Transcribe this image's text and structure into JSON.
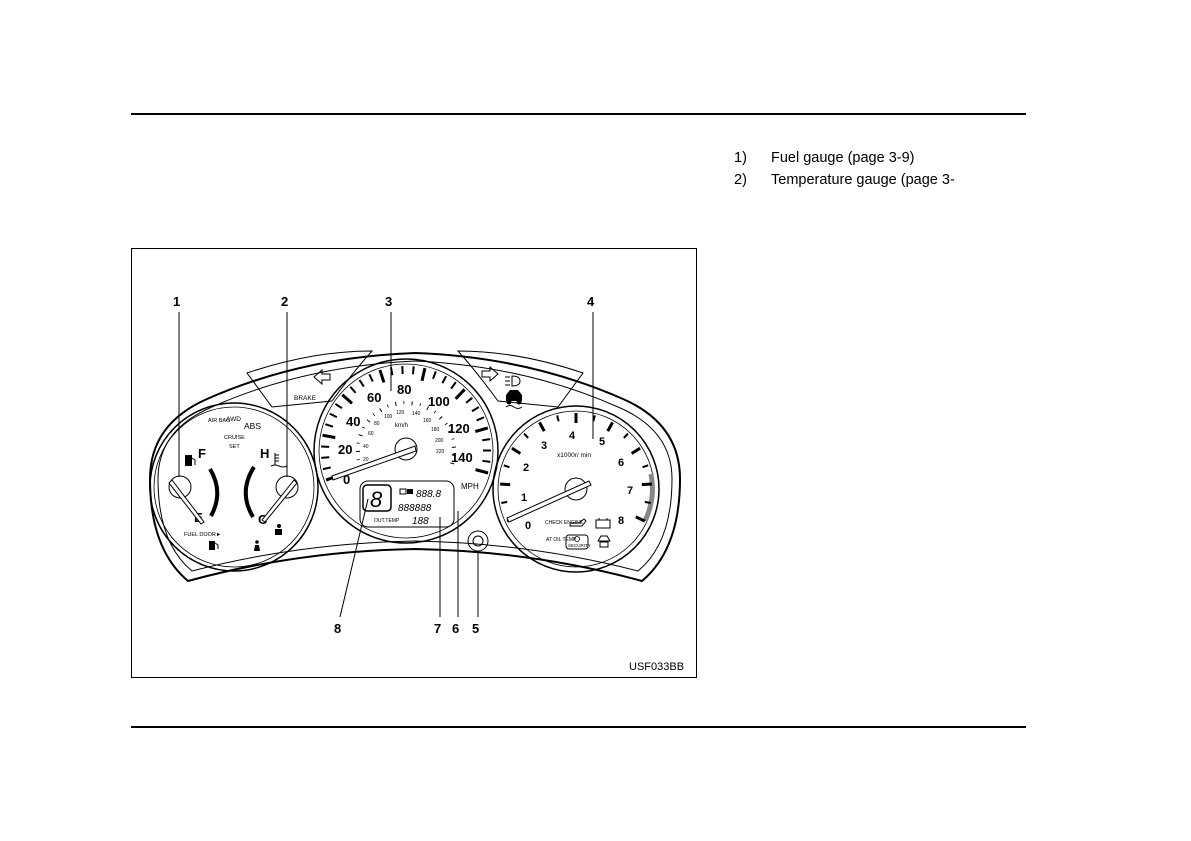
{
  "legend": [
    {
      "num": "1)",
      "text": "Fuel gauge (page 3-9)"
    },
    {
      "num": "2)",
      "text": "Temperature gauge (page 3-"
    }
  ],
  "figure": {
    "code": "USF033BB",
    "callouts": [
      "1",
      "2",
      "3",
      "4",
      "5",
      "6",
      "7",
      "8"
    ],
    "speedometer": {
      "mph_ticks": [
        "0",
        "20",
        "40",
        "60",
        "80",
        "100",
        "120",
        "140"
      ],
      "kmh_ticks": [
        "20",
        "40",
        "60",
        "80",
        "100",
        "120",
        "140",
        "160",
        "180",
        "200",
        "220"
      ],
      "kmh_unit": "km/h",
      "mph_unit": "MPH"
    },
    "tachometer": {
      "ticks": [
        "0",
        "1",
        "2",
        "3",
        "4",
        "5",
        "6",
        "7",
        "8"
      ],
      "unit": "x1000r/ min"
    },
    "fuel_gauge": {
      "full": "F",
      "empty": "E"
    },
    "temp_gauge": {
      "hot": "H",
      "cold": "C"
    },
    "indicators": {
      "air_bag": "AIR BAG",
      "awd": "AWD",
      "abs": "ABS",
      "cruise": "CRUISE",
      "set": "SET",
      "brake": "BRAKE",
      "fuel_door": "FUEL DOOR",
      "check_engine": "CHECK ENGINE",
      "at_oil_temp": "AT OIL TEMP",
      "security": "SECURITY",
      "out_temp": "OUT.TEMP"
    },
    "display": {
      "gear": "8",
      "trip": "888.8",
      "odo": "888888",
      "temp": "188"
    }
  }
}
